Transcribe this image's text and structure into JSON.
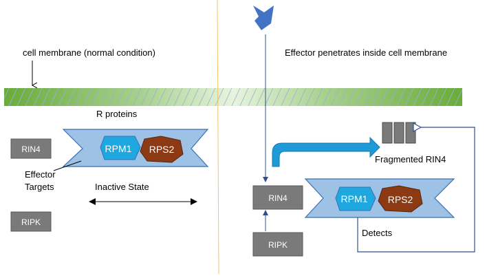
{
  "labels": {
    "normal_membrane": "cell membrane (normal condition)",
    "effector_penetrates": "Effector penetrates inside cell membrane",
    "r_proteins": "R proteins",
    "effector_targets_line1": "Effector",
    "effector_targets_line2": "Targets",
    "inactive_state": "Inactive State",
    "fragmented_rin4": "Fragmented RIN4",
    "detects": "Detects"
  },
  "left_panel": {
    "rin4": "RIN4",
    "ripk": "RIPK",
    "rpm1": "RPM1",
    "rps2": "RPS2"
  },
  "right_panel": {
    "rin4": "RIN4",
    "ripk": "RIPK",
    "rpm1": "RPM1",
    "rps2": "RPS2"
  },
  "colors": {
    "membrane_green": "#6aab3a",
    "membrane_light": "#d8eecb",
    "gray_box": "#7a7a7a",
    "gray_box_border": "#5a5a5a",
    "complex_fill": "#9ec2e6",
    "complex_border": "#3a6fb0",
    "rpm1_fill": "#1fa8e0",
    "rps2_fill": "#8b3a14",
    "effector_blue": "#4472c4",
    "divider": "#f5c26b",
    "connector": "#2f4f8f",
    "fat_arrow": "#1e9ad6"
  }
}
